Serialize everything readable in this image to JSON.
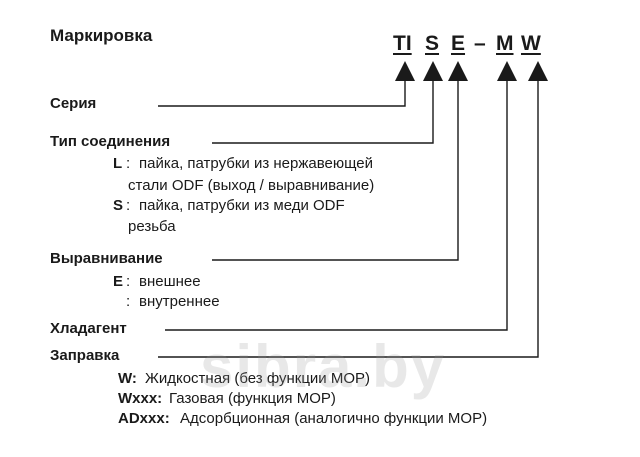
{
  "title": "Маркировка",
  "code": {
    "seg1": "TI",
    "seg2": "S",
    "seg3": "E",
    "dash": "–",
    "seg4": "M",
    "seg5": "W"
  },
  "sections": {
    "series": {
      "label": "Серия"
    },
    "connection": {
      "label": "Тип соединения",
      "items": [
        {
          "key": "L",
          "sep": ":",
          "text": "пайка, патрубки из нержавеющей",
          "text2": "стали ODF (выход / выравнивание)"
        },
        {
          "key": "S",
          "sep": ":",
          "text": "пайка, патрубки из меди ODF",
          "text2": "резьба"
        }
      ]
    },
    "equalization": {
      "label": "Выравнивание",
      "items": [
        {
          "key": "E",
          "sep": ":",
          "text": "внешнее"
        },
        {
          "key": "",
          "sep": ":",
          "text": "внутреннее"
        }
      ]
    },
    "refrigerant": {
      "label": "Хладагент"
    },
    "charge": {
      "label": "Заправка",
      "items": [
        {
          "key": "W:",
          "text": "Жидкостная (без функции MOP)"
        },
        {
          "key": "Wxxx:",
          "text": "Газовая (функция MOP)"
        },
        {
          "key": "ADxxx:",
          "text": "Адсорбционная (аналогично функции MOP)"
        }
      ]
    }
  },
  "watermark": "sibra.by",
  "colors": {
    "text": "#1a1a1a",
    "lines": "#1a1a1a",
    "watermark": "#969696"
  }
}
